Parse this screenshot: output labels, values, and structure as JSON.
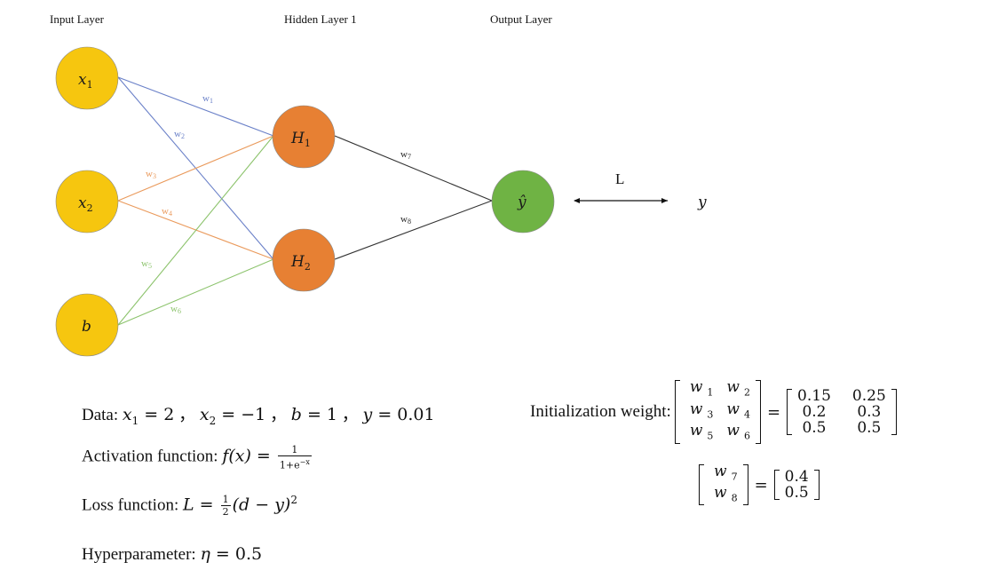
{
  "layers": {
    "input_title": "Input Layer",
    "hidden_title": "Hidden Layer 1",
    "output_title": "Output Layer"
  },
  "nodes": {
    "x1": {
      "main": "x",
      "sub": "1"
    },
    "x2": {
      "main": "x",
      "sub": "2"
    },
    "b": {
      "main": "b",
      "sub": ""
    },
    "h1": {
      "main": "H",
      "sub": "1"
    },
    "h2": {
      "main": "H",
      "sub": "2"
    },
    "yhat": {
      "main": "ŷ",
      "sub": ""
    }
  },
  "weights": {
    "w1": {
      "main": "w",
      "sub": "1"
    },
    "w2": {
      "main": "w",
      "sub": "2"
    },
    "w3": {
      "main": "w",
      "sub": "3"
    },
    "w4": {
      "main": "w",
      "sub": "4"
    },
    "w5": {
      "main": "w",
      "sub": "5"
    },
    "w6": {
      "main": "w",
      "sub": "6"
    },
    "w7": {
      "main": "w",
      "sub": "7"
    },
    "w8": {
      "main": "w",
      "sub": "8"
    }
  },
  "loss_arrow": {
    "label": "L",
    "target": "y"
  },
  "colors": {
    "input_node": "#f6c60f",
    "hidden_node": "#e78033",
    "output_node": "#6fb344",
    "blue_edge": "#6a80c8",
    "orange_edge": "#ea9a5c",
    "green_edge": "#8cc36c",
    "dark_edge": "#333333"
  },
  "info": {
    "data": {
      "label": "Data: ",
      "x1_sym": "x",
      "x1_sub": "1",
      "x1_val": " = 2",
      "sep1": " ， ",
      "x2_sym": "x",
      "x2_sub": "2",
      "x2_val": " = −1",
      "sep2": " ， ",
      "b_sym": "b",
      "b_val": " = 1",
      "sep3": " ， ",
      "y_sym": "y",
      "y_val": " = 0.01"
    },
    "activation": {
      "label": "Activation function: ",
      "lhs": "f(x) = ",
      "numerator": "1",
      "denominator": "1+e",
      "denominator_sup": "−x"
    },
    "loss": {
      "label": "Loss function: ",
      "lhs": "L = ",
      "numerator": "1",
      "denominator": "2",
      "rhs": "(d − y)",
      "rhs_sup": "2"
    },
    "hyper": {
      "label": "Hyperparameter: ",
      "sym": "η",
      "val": " = 0.5"
    }
  },
  "init": {
    "label": "Initialization weight:",
    "equals": "=",
    "matrix1_symbols": [
      [
        "w",
        "1"
      ],
      [
        "w",
        "2"
      ],
      [
        "w",
        "3"
      ],
      [
        "w",
        "4"
      ],
      [
        "w",
        "5"
      ],
      [
        "w",
        "6"
      ]
    ],
    "matrix1_values": [
      "0.15",
      "0.25",
      "0.2",
      "0.3",
      "0.5",
      "0.5"
    ],
    "matrix2_symbols": [
      [
        "w",
        "7"
      ],
      [
        "w",
        "8"
      ]
    ],
    "matrix2_values": [
      "0.4",
      "0.5"
    ]
  }
}
